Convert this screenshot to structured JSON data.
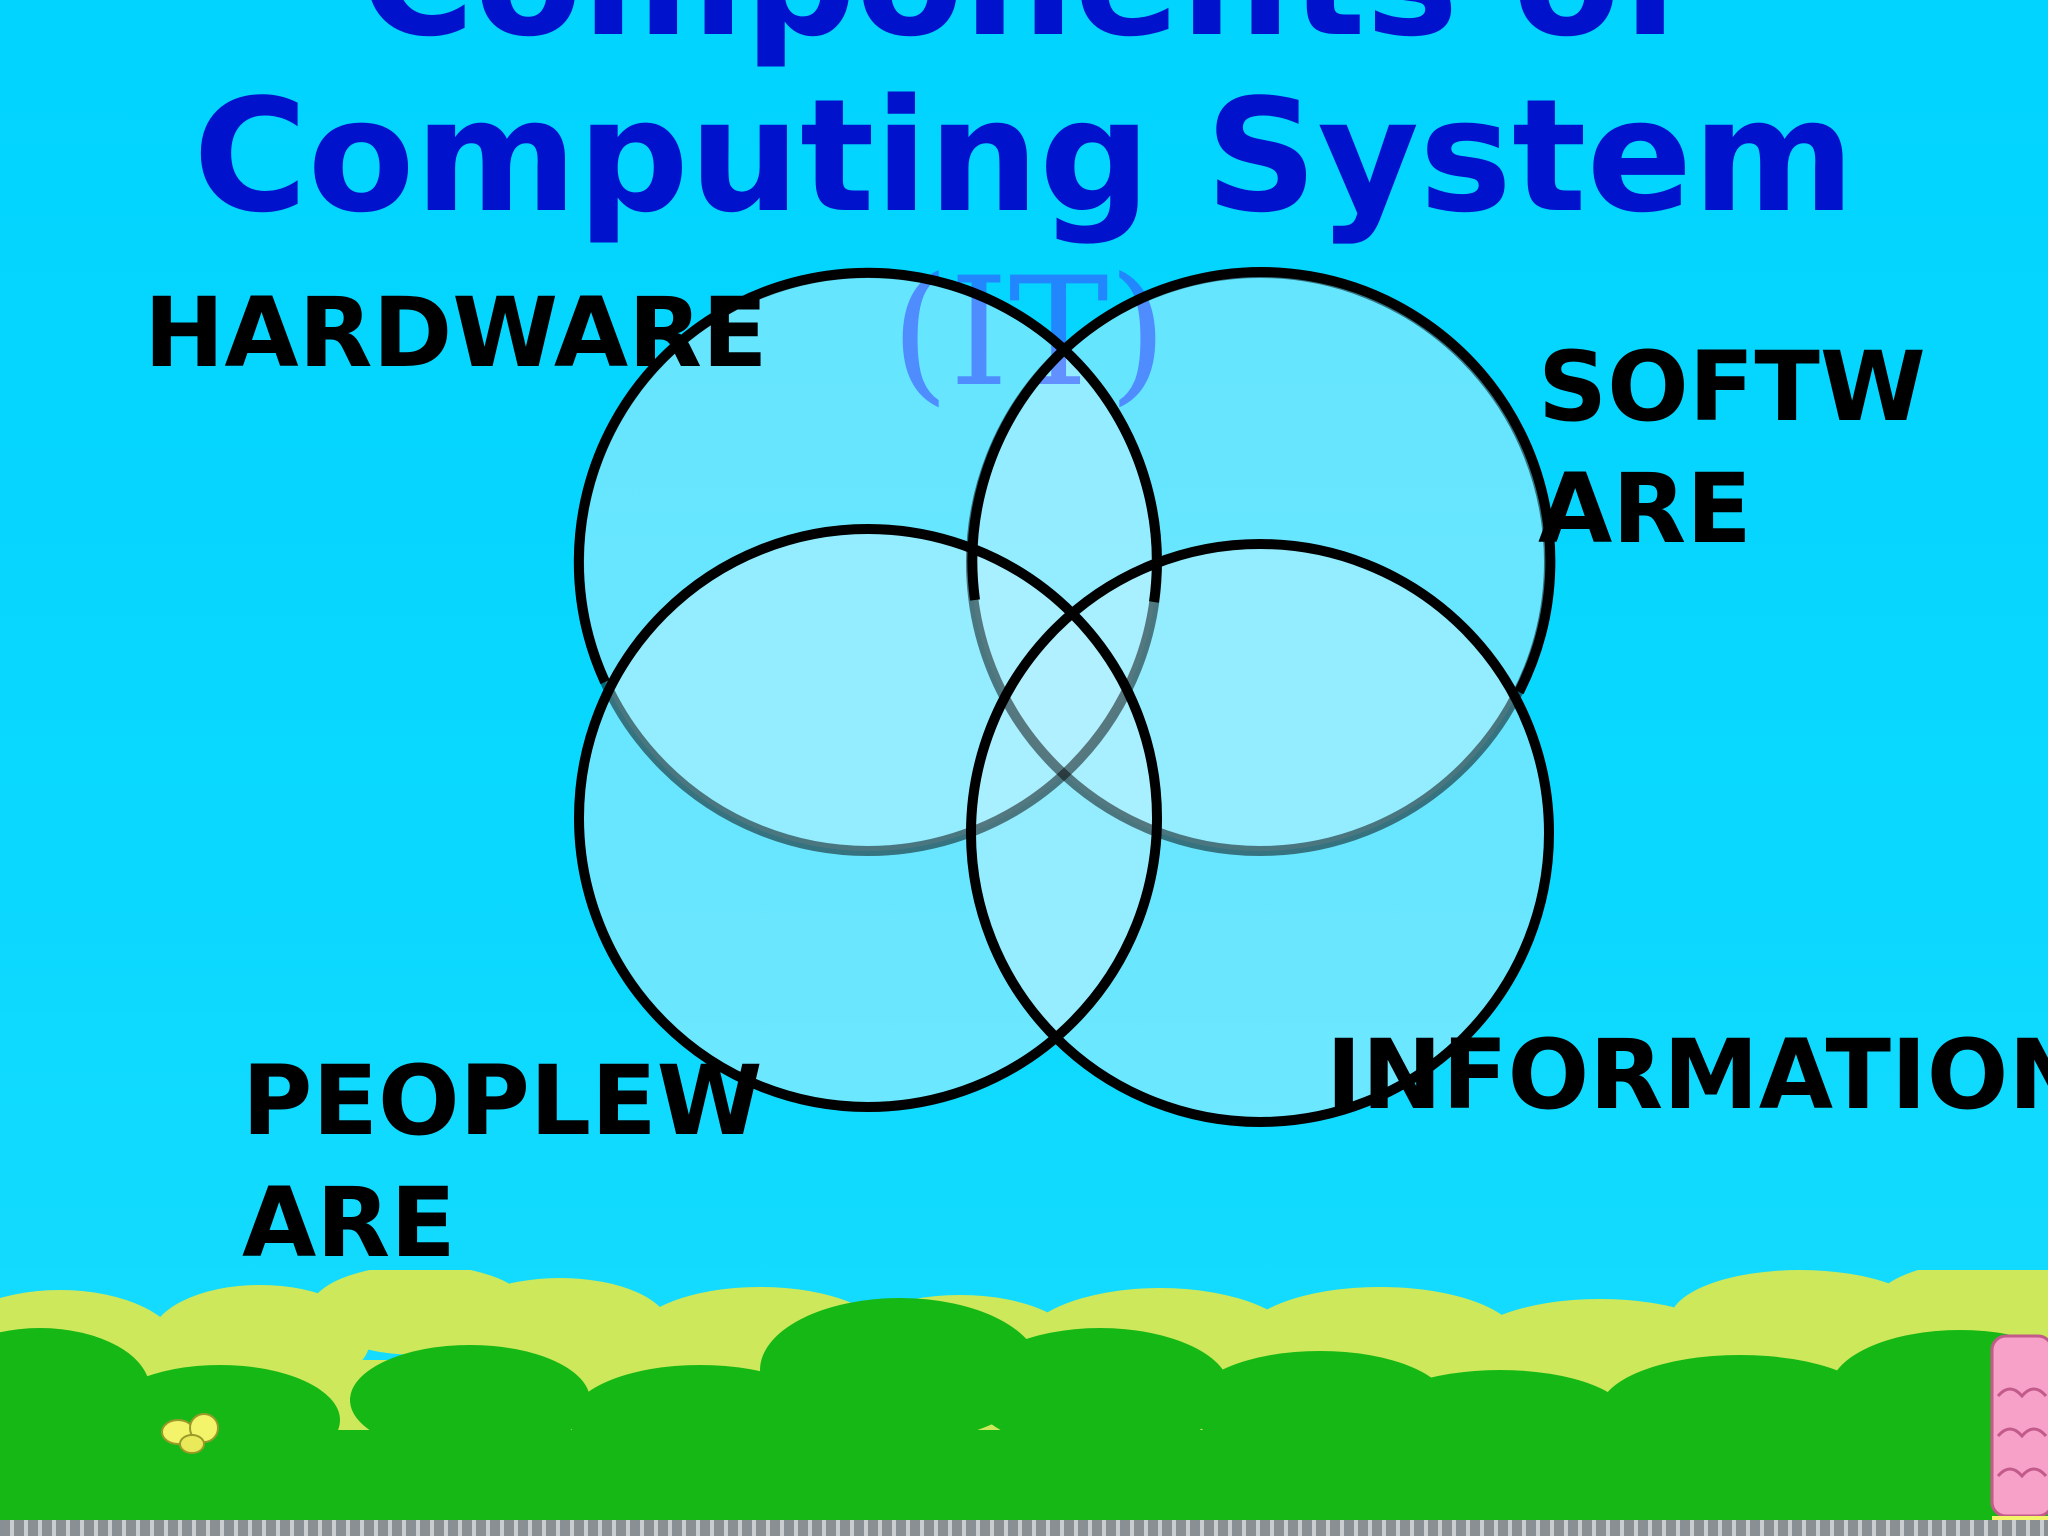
{
  "title": {
    "line1": "Components of",
    "line2": "Computing System",
    "subtitle": "(IT)"
  },
  "venn": {
    "circles": [
      {
        "name": "HARDWARE",
        "label_lines": [
          "HARDWARE"
        ]
      },
      {
        "name": "SOFTWARE",
        "label_lines": [
          "SOFTW",
          "ARE"
        ]
      },
      {
        "name": "PEOPLEWARE",
        "label_lines": [
          "PEOPLEW",
          "ARE"
        ]
      },
      {
        "name": "INFORMATION",
        "label_lines": [
          "INFORMATION"
        ]
      }
    ]
  },
  "colors": {
    "sky": "#06d6ff",
    "title": "#0012cc",
    "circle_fill": "#b8f2ff",
    "circle_stroke": "#000000",
    "bush_light": "#cde85a",
    "bush_dark": "#16b816"
  }
}
